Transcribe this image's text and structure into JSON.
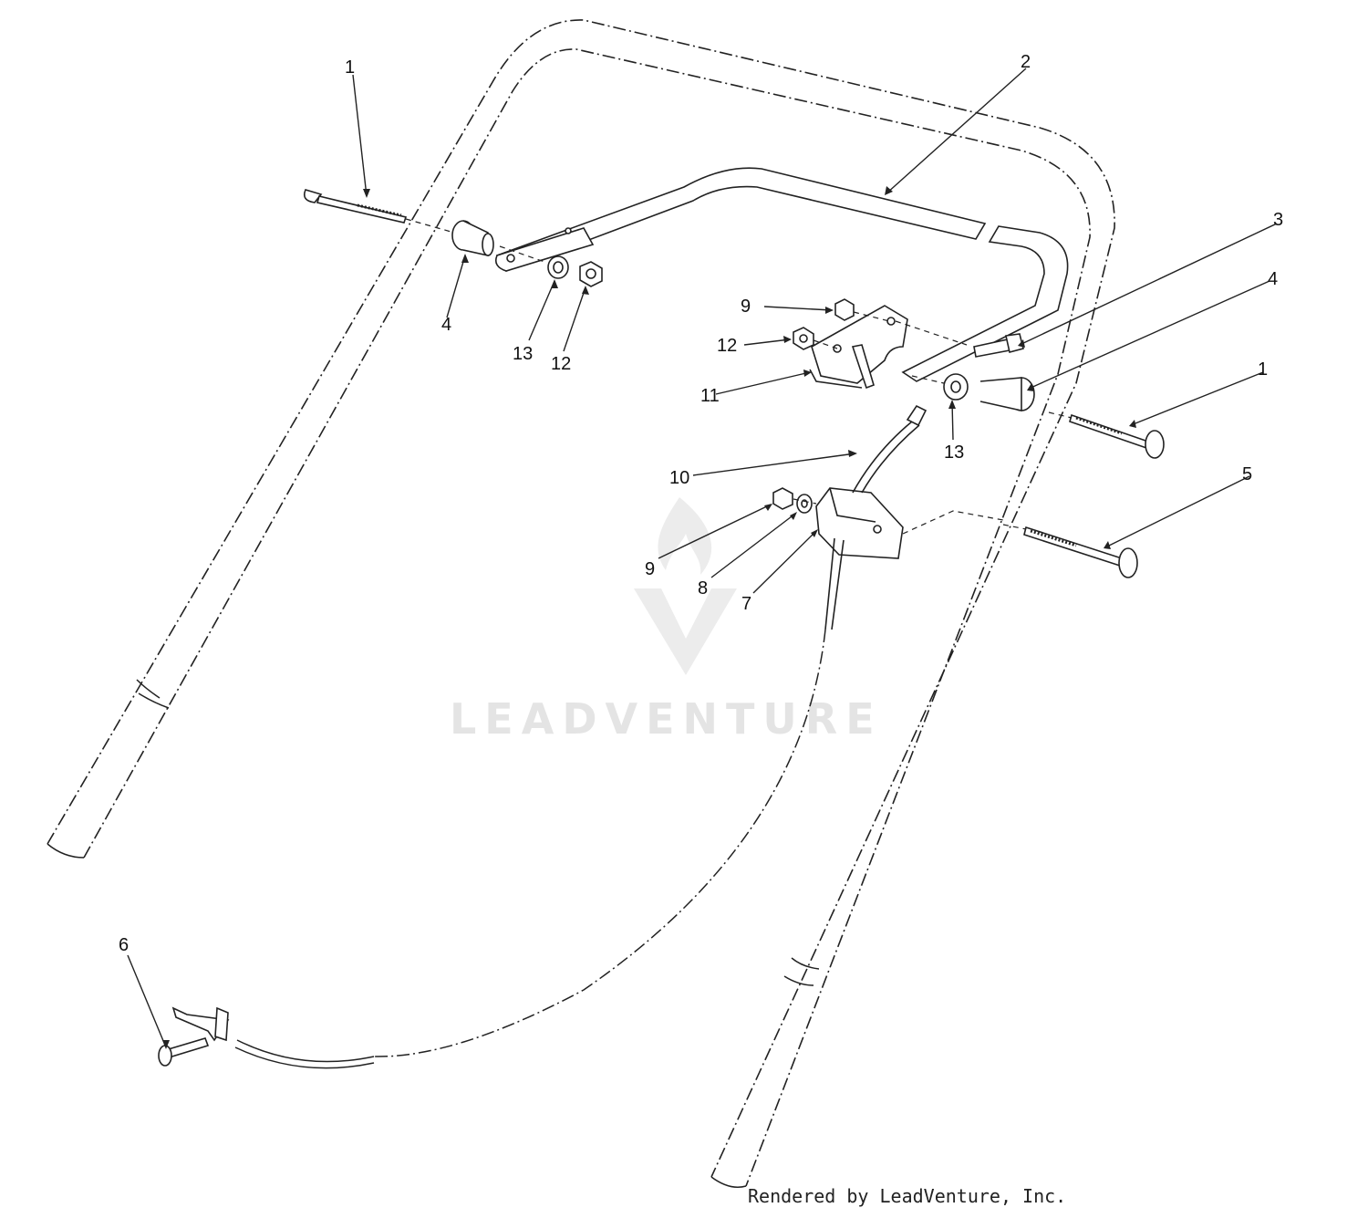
{
  "callouts": {
    "c1a": "1",
    "c1b": "1",
    "c2": "2",
    "c3": "3",
    "c4a": "4",
    "c4b": "4",
    "c5": "5",
    "c6": "6",
    "c7": "7",
    "c8": "8",
    "c9a": "9",
    "c9b": "9",
    "c10": "10",
    "c11": "11",
    "c12a": "12",
    "c12b": "12",
    "c13a": "13",
    "c13b": "13"
  },
  "watermark": {
    "text": "LEADVENTURE"
  },
  "footer": {
    "credit": "Rendered by LeadVenture, Inc."
  }
}
